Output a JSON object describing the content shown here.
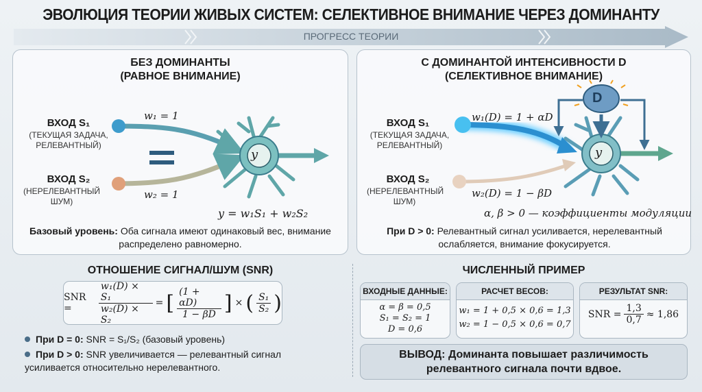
{
  "title": "ЭВОЛЮЦИЯ ТЕОРИИ ЖИВЫХ СИСТЕМ: СЕЛЕКТИВНОЕ ВНИМАНИЕ ЧЕРЕЗ ДОМИНАНТУ",
  "progress_label": "ПРОГРЕСС ТЕОРИИ",
  "left_panel": {
    "title1": "БЕЗ ДОМИНАНТЫ",
    "title2": "(РАВНОЕ ВНИМАНИЕ)",
    "in1": "ВХОД S₁",
    "in1_sub": "(ТЕКУЩАЯ ЗАДАЧА, РЕЛЕВАНТНЫЙ)",
    "in2": "ВХОД S₂",
    "in2_sub": "(НЕРЕЛЕВАНТНЫЙ ШУМ)",
    "w1": "w₁ = 1",
    "w2": "w₂ = 1",
    "neuron": "y",
    "equal_sign": "=",
    "formula": "y = w₁S₁ + w₂S₂",
    "caption_bold": "Базовый уровень:",
    "caption": " Оба сигнала имеют одинаковый вес, внимание распределено равномерно."
  },
  "right_panel": {
    "title1": "С ДОМИНАНТОЙ ИНТЕНСИВНОСТИ D",
    "title2": "(СЕЛЕКТИВНОЕ ВНИМАНИЕ)",
    "in1": "ВХОД S₁",
    "in1_sub": "(ТЕКУЩАЯ ЗАДАЧА, РЕЛЕВАНТНЫЙ)",
    "in2": "ВХОД S₂",
    "in2_sub": "(НЕРЕЛЕВАНТНЫЙ ШУМ)",
    "w1": "w₁(D) = 1 + αD",
    "w2": "w₂(D) = 1 − βD",
    "neuron": "y",
    "dominant": "D",
    "coef": "α, β > 0 — коэффициенты модуляции",
    "caption_bold": "При D > 0:",
    "caption": " Релевантный сигнал усиливается, нерелевантный ослабляется, внимание фокусируется."
  },
  "snr": {
    "title": "ОТНОШЕНИЕ СИГНАЛ/ШУМ (SNR)",
    "lhs": "SNR =",
    "num1": "w₁(D) × S₁",
    "den1": "w₂(D) × S₂",
    "eq": "=",
    "num2": "(1 + αD)",
    "den2": "1 − βD",
    "times": "×",
    "num3": "S₁",
    "den3": "S₂",
    "bullets": [
      {
        "bold": "При D = 0:",
        "text": " SNR = S₁/S₂ (базовый уровень)"
      },
      {
        "bold": "При D > 0:",
        "text": " SNR увеличивается — релевантный сигнал усиливается относительно нерелевантного."
      }
    ]
  },
  "example": {
    "title": "ЧИСЛЕННЫЙ ПРИМЕР",
    "input": {
      "header": "ВХОДНЫЕ ДАННЫЕ:",
      "lines": [
        "α = β = 0,5",
        "S₁ = S₂ = 1",
        "D = 0,6"
      ]
    },
    "weights": {
      "header": "РАСЧЕТ ВЕСОВ:",
      "lines": [
        "w₁ = 1 + 0,5 × 0,6 = 1,3",
        "w₂ = 1 − 0,5 × 0,6 = 0,7"
      ]
    },
    "result": {
      "header": "РЕЗУЛЬТАТ SNR:",
      "lhs": "SNR =",
      "num": "1,3",
      "den": "0,7",
      "rhs": "≈ 1,86"
    },
    "conclusion_bold": "ВЫВОД:",
    "conclusion": " Доминанта повышает различимость релевантного сигнала почти вдвое."
  },
  "colors": {
    "relevant": "#2aa7e0",
    "noise": "#d6b9a0",
    "neuron": "#5fa6a8",
    "arrow": "#3e6f93"
  }
}
